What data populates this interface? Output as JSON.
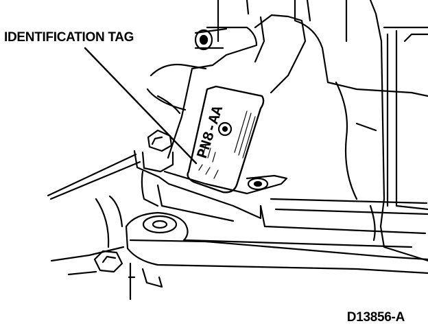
{
  "callout": {
    "label": "IDENTIFICATION TAG"
  },
  "tag": {
    "part_number": "PN8-AA"
  },
  "figure": {
    "id": "D13856-A"
  },
  "colors": {
    "ink": "#000000",
    "paper": "#ffffff"
  }
}
